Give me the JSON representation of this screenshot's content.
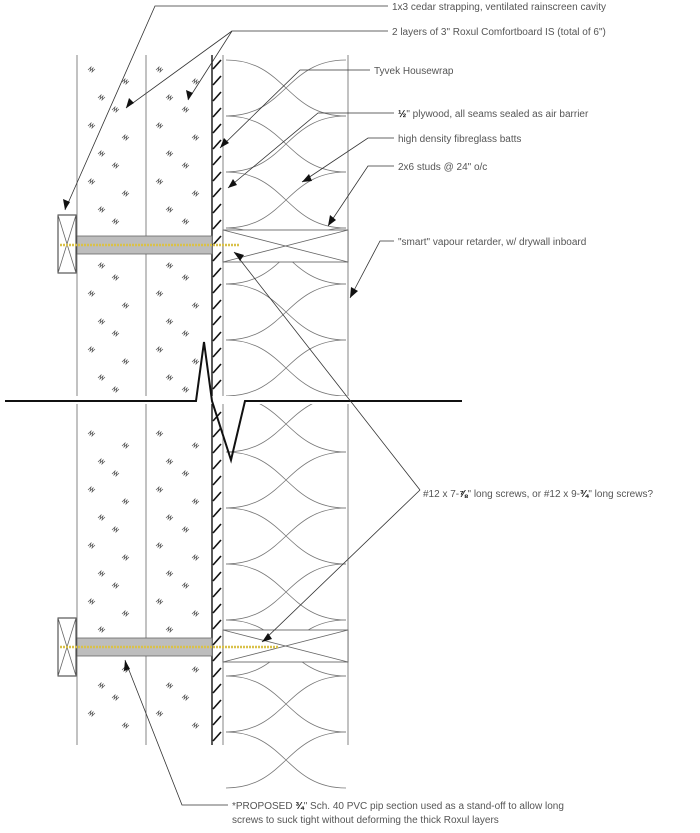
{
  "labels": {
    "strapping": "1x3 cedar strapping, ventilated rainscreen cavity",
    "roxul": "2 layers of 3\" Roxul Comfortboard IS (total of 6\")",
    "tyvek": "Tyvek Housewrap",
    "plywood_frac": "½",
    "plywood_rest": "\" plywood, all seams sealed as air barrier",
    "batts": "high density fibreglass batts",
    "studs": "2x6 studs @ 24\" o/c",
    "vapour": "\"smart\" vapour retarder, w/ drywall inboard",
    "screws_a": "#12 x 7-",
    "screws_frac1": "⅞",
    "screws_b": "\" long screws, or #12 x 9-",
    "screws_frac2": "¾",
    "screws_c": "\" long screws?",
    "proposed_a": "*PROPOSED ",
    "proposed_frac": "¾",
    "proposed_b": "\" Sch. 40 PVC pip section used as a stand-off to allow long",
    "proposed_line2": "screws to suck tight without deforming the thick Roxul layers"
  },
  "colors": {
    "line": "#222222",
    "screw": "#d9c14a",
    "pipe": "#bdbdbd"
  }
}
